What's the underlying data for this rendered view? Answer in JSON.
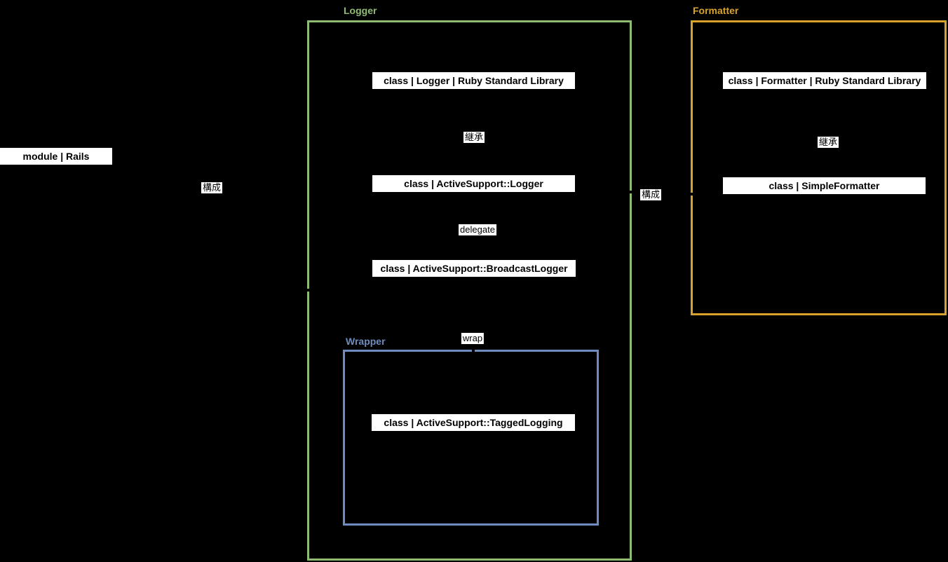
{
  "diagram": {
    "type": "architecture-diagram",
    "background_color": "#000000",
    "nodes": {
      "rails": {
        "label": "module | Rails"
      },
      "logger_std": {
        "label": "class | Logger | Ruby Standard Library"
      },
      "as_logger": {
        "label": "class | ActiveSupport::Logger"
      },
      "broadcast": {
        "label": "class | ActiveSupport::BroadcastLogger"
      },
      "tagged": {
        "label": "class | ActiveSupport::TaggedLogging"
      },
      "formatter_std": {
        "label": "class | Formatter | Ruby Standard Library"
      },
      "simple_fmt": {
        "label": "class | SimpleFormatter"
      }
    },
    "groups": {
      "logger": {
        "title": "Logger",
        "color": "#8FBC73"
      },
      "wrapper": {
        "title": "Wrapper",
        "color": "#6E8CBE"
      },
      "formatter": {
        "title": "Formatter",
        "color": "#D9A32B"
      }
    },
    "edges": [
      {
        "from": "rails",
        "to": "logger-group",
        "label": "構成"
      },
      {
        "from": "logger_std",
        "to": "as_logger",
        "label": "継承"
      },
      {
        "from": "as_logger",
        "to": "broadcast",
        "label": "delegate"
      },
      {
        "from": "broadcast",
        "to": "wrapper-group",
        "label": "wrap"
      },
      {
        "from": "logger-group",
        "to": "formatter-group",
        "label": "構成"
      },
      {
        "from": "formatter_std",
        "to": "simple_fmt",
        "label": "継承"
      }
    ]
  }
}
